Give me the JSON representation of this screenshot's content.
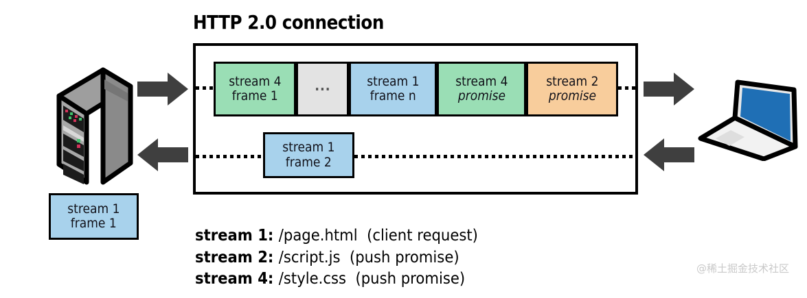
{
  "diagram": {
    "title": "HTTP 2.0 connection",
    "top_row_frames": [
      {
        "line1": "stream 4",
        "line2": "frame 1",
        "color": "#9ADEB5",
        "style": "normal"
      },
      {
        "line1": "···",
        "line2": "",
        "color": "#E3E3E3",
        "style": "ellipsis"
      },
      {
        "line1": "stream 1",
        "line2": "frame n",
        "color": "#A8D2EC",
        "style": "normal"
      },
      {
        "line1": "stream 4",
        "line2": "promise",
        "color": "#9ADEB5",
        "style": "italic-second"
      },
      {
        "line1": "stream 2",
        "line2": "promise",
        "color": "#F8CD9C",
        "style": "italic-second"
      }
    ],
    "bottom_row_frames": [
      {
        "line1": "stream 1",
        "line2": "frame 2",
        "color": "#A8D2EC",
        "style": "normal"
      }
    ],
    "standalone_frame": {
      "line1": "stream 1",
      "line2": "frame 1",
      "color": "#A8D2EC"
    },
    "endpoints": {
      "left": "server-icon",
      "right": "laptop-icon"
    },
    "arrows": [
      {
        "name": "server-to-connection-arrow",
        "direction": "right"
      },
      {
        "name": "connection-to-server-arrow",
        "direction": "left"
      },
      {
        "name": "connection-to-client-arrow",
        "direction": "right"
      },
      {
        "name": "client-to-connection-arrow",
        "direction": "left"
      }
    ],
    "legend": [
      {
        "stream": "stream 1",
        "sep": ": ",
        "path": "/page.html",
        "note": "(client request)"
      },
      {
        "stream": "stream 2",
        "sep": ": ",
        "path": "/script.js",
        "note": "(push promise)"
      },
      {
        "stream": "stream 4",
        "sep": ": ",
        "path": "/style.css",
        "note": "(push promise)"
      }
    ],
    "watermark": "@稀土掘金技术社区",
    "colors": {
      "green": "#9ADEB5",
      "blue": "#A8D2EC",
      "orange": "#F8CD9C",
      "gray": "#E3E3E3",
      "arrow": "#3F3F3F",
      "outline": "#000000"
    }
  }
}
